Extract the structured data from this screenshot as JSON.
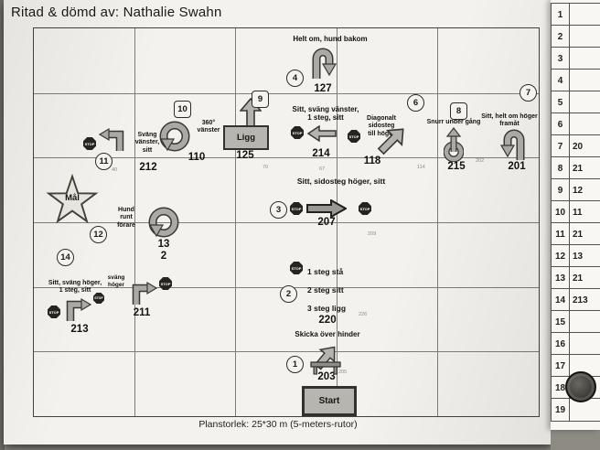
{
  "labels": {
    "stop": "STOP"
  },
  "header": {
    "title": "Ritad & dömd av: Nathalie Swahn"
  },
  "footer": {
    "caption": "Planstorlek: 25*30 m (5-meters-rutor)"
  },
  "course": {
    "mal_label": "Mål",
    "start_label": "Start",
    "ligg_label": "Ligg",
    "stations": {
      "s1": "1",
      "s2": "2",
      "s3": "3",
      "s4": "4",
      "s6": "6",
      "s7": "7",
      "s8": "8",
      "s9": "9",
      "s10": "10",
      "s11": "11",
      "s12": "12",
      "s14": "14"
    },
    "signs": {
      "sign127": {
        "title": "Helt om, hund bakom",
        "number": "127"
      },
      "sign125": {
        "number": "125"
      },
      "sign110": {
        "line1": "360°",
        "line2": "vänster",
        "number": "110"
      },
      "sign214": {
        "line1": "Sitt, sväng vänster,",
        "line2": "1 steg, sitt",
        "number": "214"
      },
      "sign118": {
        "line1": "Diagonalt",
        "line2": "sidosteg",
        "line3": "till höger",
        "number": "118"
      },
      "sign215": {
        "title": "Snurr under gång",
        "number": "215"
      },
      "sign201": {
        "line1": "Sitt, helt om höger",
        "line2": "framåt",
        "number": "201"
      },
      "sign212": {
        "line1": "Sväng",
        "line2": "vänster,",
        "line3": "sitt",
        "number": "212"
      },
      "sign132": {
        "line1": "Hund",
        "line2": "runt",
        "line3": "förare",
        "num_line1": "13",
        "num_line2": "2"
      },
      "sign207": {
        "title": "Sitt, sidosteg höger, sitt",
        "number": "207"
      },
      "sign220": {
        "line1": "1 steg stå",
        "line2": "2 steg sitt",
        "line3": "3 steg ligg",
        "number": "220"
      },
      "sign213": {
        "line1": "Sitt, sväng höger,",
        "line2": "1 steg, sitt",
        "number": "213"
      },
      "sign211": {
        "line1": "sväng",
        "line2": "höger",
        "number": "211"
      },
      "sign203": {
        "title": "Skicka över hinder",
        "number": "203"
      }
    },
    "faint_marks": {
      "m1": "40",
      "m2": "70",
      "m3": "67",
      "m4": "114",
      "m5": "202",
      "m6": "209",
      "m7": "226",
      "m8": "205"
    }
  },
  "scoresheet": {
    "rows": [
      {
        "num": "1",
        "value": ""
      },
      {
        "num": "2",
        "value": ""
      },
      {
        "num": "3",
        "value": ""
      },
      {
        "num": "4",
        "value": ""
      },
      {
        "num": "5",
        "value": ""
      },
      {
        "num": "6",
        "value": ""
      },
      {
        "num": "7",
        "value": "20"
      },
      {
        "num": "8",
        "value": "21"
      },
      {
        "num": "9",
        "value": "12"
      },
      {
        "num": "10",
        "value": "11"
      },
      {
        "num": "11",
        "value": "21"
      },
      {
        "num": "12",
        "value": "13"
      },
      {
        "num": "13",
        "value": "21"
      },
      {
        "num": "14",
        "value": "213"
      },
      {
        "num": "15",
        "value": ""
      },
      {
        "num": "16",
        "value": ""
      },
      {
        "num": "17",
        "value": ""
      },
      {
        "num": "18",
        "value": ""
      },
      {
        "num": "19",
        "value": ""
      }
    ]
  }
}
